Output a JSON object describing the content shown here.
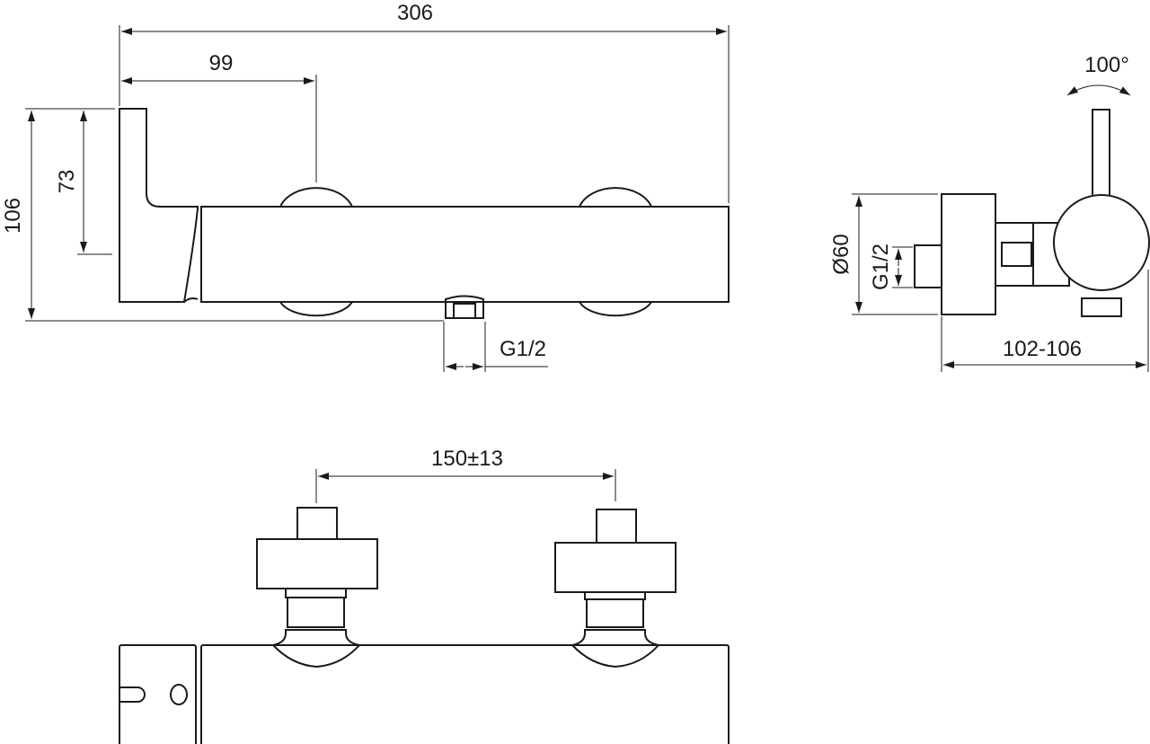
{
  "front_view": {
    "overall_length": "306",
    "handle_to_inlet": "99",
    "overall_height": "106",
    "handle_height": "73",
    "outlet_thread": "G1/2"
  },
  "side_view": {
    "rotation_angle": "100°",
    "disc_diameter": "Ø60",
    "inlet_thread": "G1/2",
    "depth": "102-106"
  },
  "top_view": {
    "inlet_spacing": "150±13"
  }
}
